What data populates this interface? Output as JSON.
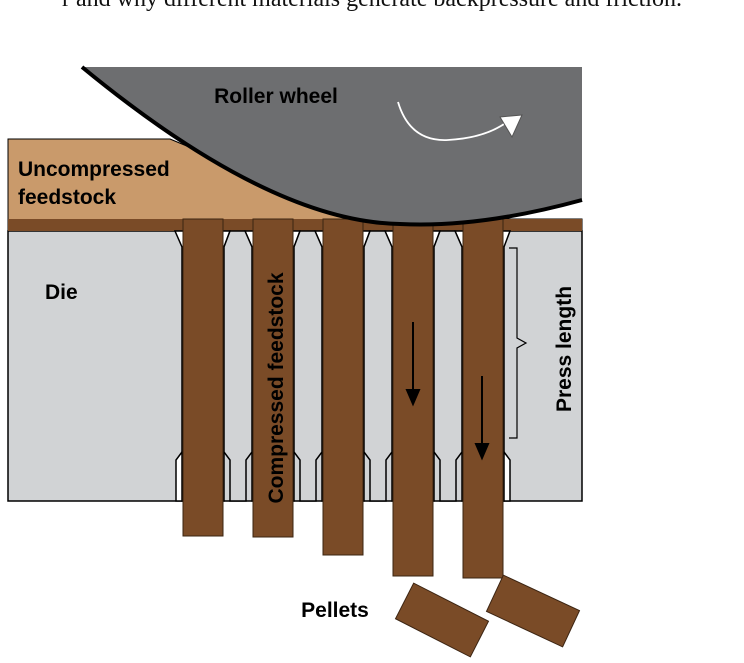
{
  "caption": "r and why different materials generate backpressure and friction.",
  "labels": {
    "roller": "Roller wheel",
    "uncompressed_line1": "Uncompressed",
    "uncompressed_line2": "feedstock",
    "die": "Die",
    "compressed": "Compressed feedstock",
    "press_length": "Press length",
    "pellets": "Pellets"
  },
  "colors": {
    "roller": "#6d6e70",
    "uncompressed": "#c99a6b",
    "compressed": "#7a4b27",
    "die": "#d1d3d5",
    "outline": "#000000"
  }
}
